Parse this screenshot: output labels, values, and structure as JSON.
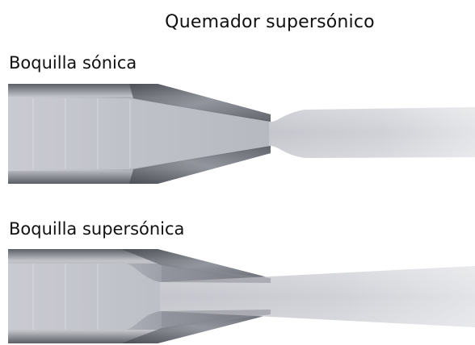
{
  "title": "Quemador supersónico",
  "nozzles": [
    {
      "label": "Boquilla sónica"
    },
    {
      "label": "Boquilla supersónica"
    }
  ],
  "colors": {
    "background": "#ffffff",
    "text": "#111111",
    "metal_dark": "#5e6068",
    "metal_light": "#c9cbd0",
    "gas_core": "#c4c6cd",
    "gas_bright": "#e6e7ea"
  }
}
